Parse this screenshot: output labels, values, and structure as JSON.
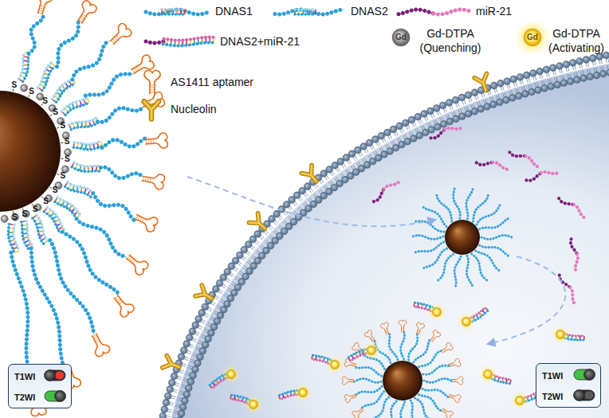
{
  "diagram": {
    "nodes": [
      {
        "text": [
          "T1WI",
          "T2WI"
        ]
      },
      {
        "text": [
          "T1WI",
          "T2WI"
        ]
      }
    ],
    "labels": [
      "Gd",
      "Gd",
      "S",
      "S",
      "S",
      "S",
      "S",
      "S",
      "S",
      "S",
      "S",
      "S",
      "S",
      "S",
      "S"
    ],
    "legend": [
      {
        "text": "DNAS1"
      },
      {
        "text": "DNAS2"
      },
      {
        "text": "miR-21"
      },
      {
        "text": "DNAS2+miR-21"
      },
      {
        "text": "Gd-DTPA (Quenching)"
      },
      {
        "text": "Gd-DTPA (Activating)"
      },
      {
        "text": "AS1411 aptamer"
      },
      {
        "text": "Nucleolin"
      }
    ]
  }
}
